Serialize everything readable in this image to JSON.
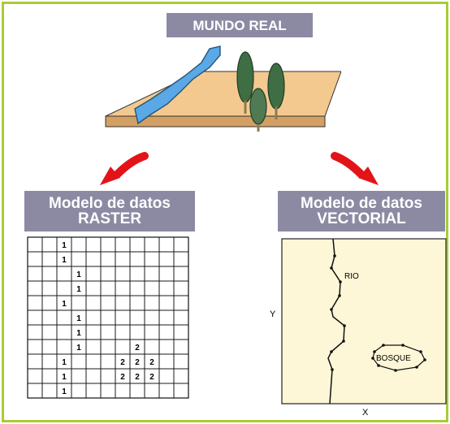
{
  "title": "MUNDO REAL",
  "raster": {
    "title_line1": "Modelo de datos",
    "title_line2": "RASTER",
    "grid_rows": [
      [
        "",
        "",
        "1",
        "",
        "",
        "",
        "",
        "",
        "",
        "",
        ""
      ],
      [
        "",
        "",
        "1",
        "",
        "",
        "",
        "",
        "",
        "",
        "",
        ""
      ],
      [
        "",
        "",
        "",
        "1",
        "",
        "",
        "",
        "",
        "",
        "",
        ""
      ],
      [
        "",
        "",
        "",
        "1",
        "",
        "",
        "",
        "",
        "",
        "",
        ""
      ],
      [
        "",
        "",
        "1",
        "",
        "",
        "",
        "",
        "",
        "",
        "",
        ""
      ],
      [
        "",
        "",
        "",
        "1",
        "",
        "",
        "",
        "",
        "",
        "",
        ""
      ],
      [
        "",
        "",
        "",
        "1",
        "",
        "",
        "",
        "",
        "",
        "",
        ""
      ],
      [
        "",
        "",
        "",
        "1",
        "",
        "",
        "",
        "2",
        "",
        "",
        ""
      ],
      [
        "",
        "",
        "1",
        "",
        "",
        "",
        "2",
        "2",
        "2",
        "",
        ""
      ],
      [
        "",
        "",
        "1",
        "",
        "",
        "",
        "2",
        "2",
        "2",
        "",
        ""
      ],
      [
        "",
        "",
        "1",
        "",
        "",
        "",
        "",
        "",
        "",
        "",
        ""
      ]
    ]
  },
  "vector": {
    "title_line1": "Modelo de datos",
    "title_line2": "VECTORIAL",
    "rio_label": "RIO",
    "bosque_label": "BOSQUE",
    "x_axis_label": "X",
    "y_axis_label": "Y"
  },
  "colors": {
    "frame_border": "#a9cc35",
    "label_bg": "#8c8aa3",
    "ground": "#f3c98f",
    "river": "#5aa8e6",
    "arrow": "#e3131a",
    "tree": "#3f6d44",
    "vector_bg": "#fdf7d7"
  }
}
